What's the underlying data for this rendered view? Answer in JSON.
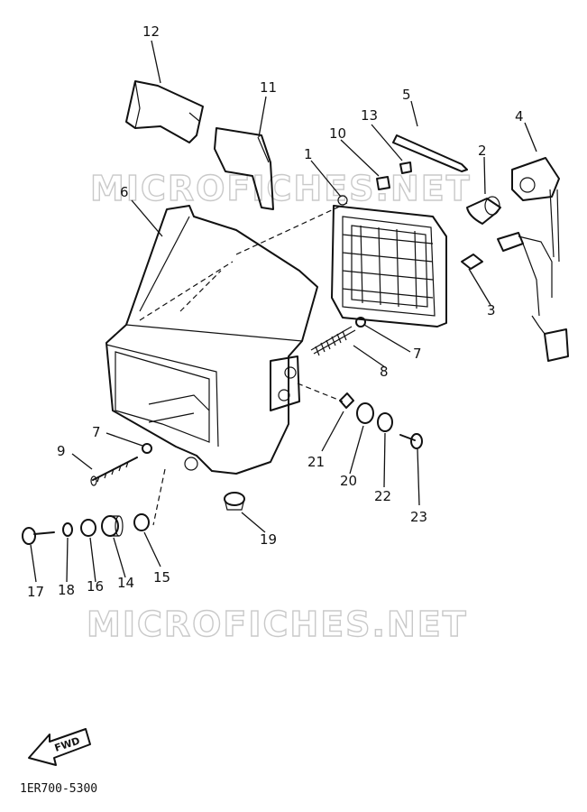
{
  "watermark": {
    "text": "MICROFICHES.NET"
  },
  "footer": {
    "code": "1ER700-5300"
  },
  "fwd_arrow": {
    "label": "FWD"
  },
  "callouts": [
    {
      "id": "c1",
      "text": "1"
    },
    {
      "id": "c2",
      "text": "2"
    },
    {
      "id": "c3",
      "text": "3"
    },
    {
      "id": "c4",
      "text": "4"
    },
    {
      "id": "c5",
      "text": "5"
    },
    {
      "id": "c6",
      "text": "6"
    },
    {
      "id": "c7a",
      "text": "7"
    },
    {
      "id": "c7b",
      "text": "7"
    },
    {
      "id": "c8",
      "text": "8"
    },
    {
      "id": "c9",
      "text": "9"
    },
    {
      "id": "c10",
      "text": "10"
    },
    {
      "id": "c11",
      "text": "11"
    },
    {
      "id": "c12",
      "text": "12"
    },
    {
      "id": "c13",
      "text": "13"
    },
    {
      "id": "c14",
      "text": "14"
    },
    {
      "id": "c15",
      "text": "15"
    },
    {
      "id": "c16",
      "text": "16"
    },
    {
      "id": "c17",
      "text": "17"
    },
    {
      "id": "c18",
      "text": "18"
    },
    {
      "id": "c19",
      "text": "19"
    },
    {
      "id": "c20",
      "text": "20"
    },
    {
      "id": "c21",
      "text": "21"
    },
    {
      "id": "c22",
      "text": "22"
    },
    {
      "id": "c23",
      "text": "23"
    }
  ]
}
